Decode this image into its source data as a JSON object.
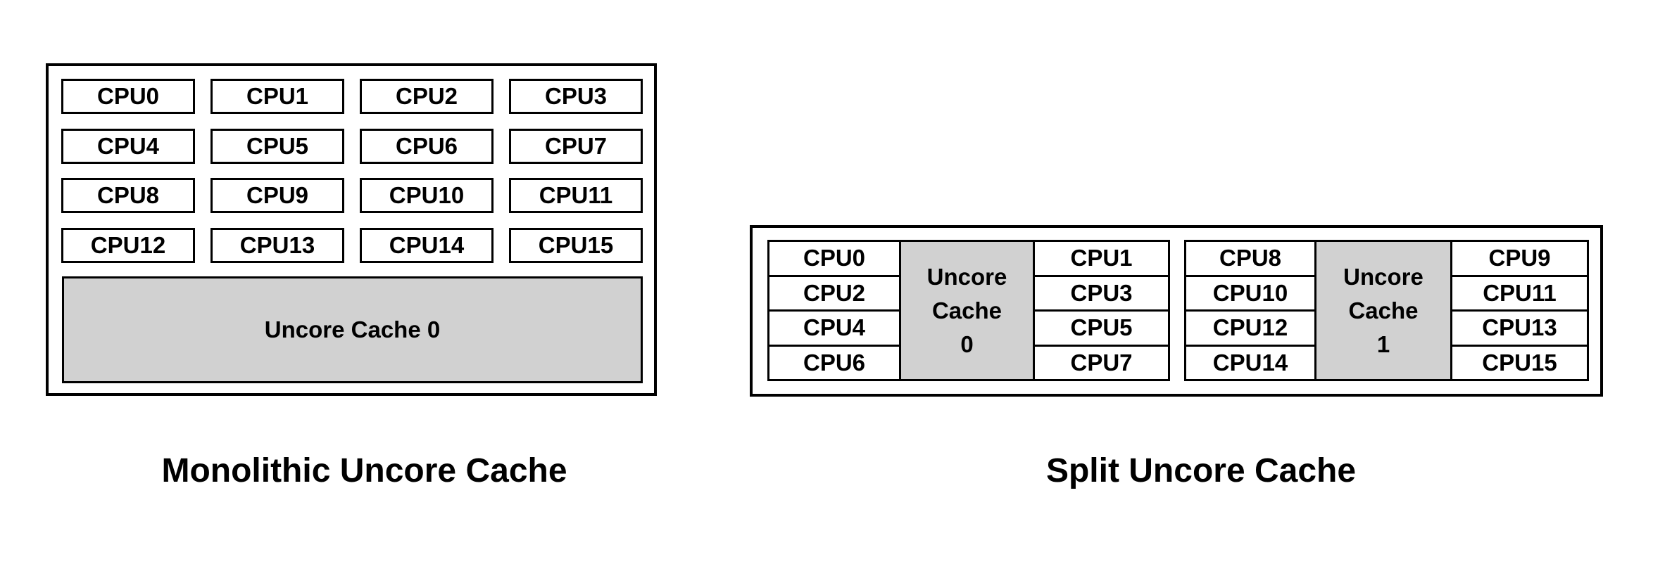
{
  "monolithic": {
    "caption": "Monolithic Uncore Cache",
    "cpus": [
      "CPU0",
      "CPU1",
      "CPU2",
      "CPU3",
      "CPU4",
      "CPU5",
      "CPU6",
      "CPU7",
      "CPU8",
      "CPU9",
      "CPU10",
      "CPU11",
      "CPU12",
      "CPU13",
      "CPU14",
      "CPU15"
    ],
    "cache_label": "Uncore Cache 0"
  },
  "split": {
    "caption": "Split Uncore Cache",
    "clusters": [
      {
        "left_cpus": [
          "CPU0",
          "CPU2",
          "CPU4",
          "CPU6"
        ],
        "cache_lines": [
          "Uncore",
          "Cache",
          "0"
        ],
        "right_cpus": [
          "CPU1",
          "CPU3",
          "CPU5",
          "CPU7"
        ]
      },
      {
        "left_cpus": [
          "CPU8",
          "CPU10",
          "CPU12",
          "CPU14"
        ],
        "cache_lines": [
          "Uncore",
          "Cache",
          "1"
        ],
        "right_cpus": [
          "CPU9",
          "CPU11",
          "CPU13",
          "CPU15"
        ]
      }
    ]
  },
  "colors": {
    "cache_fill": "#d1d1d1",
    "border": "#000000",
    "background": "#ffffff"
  }
}
